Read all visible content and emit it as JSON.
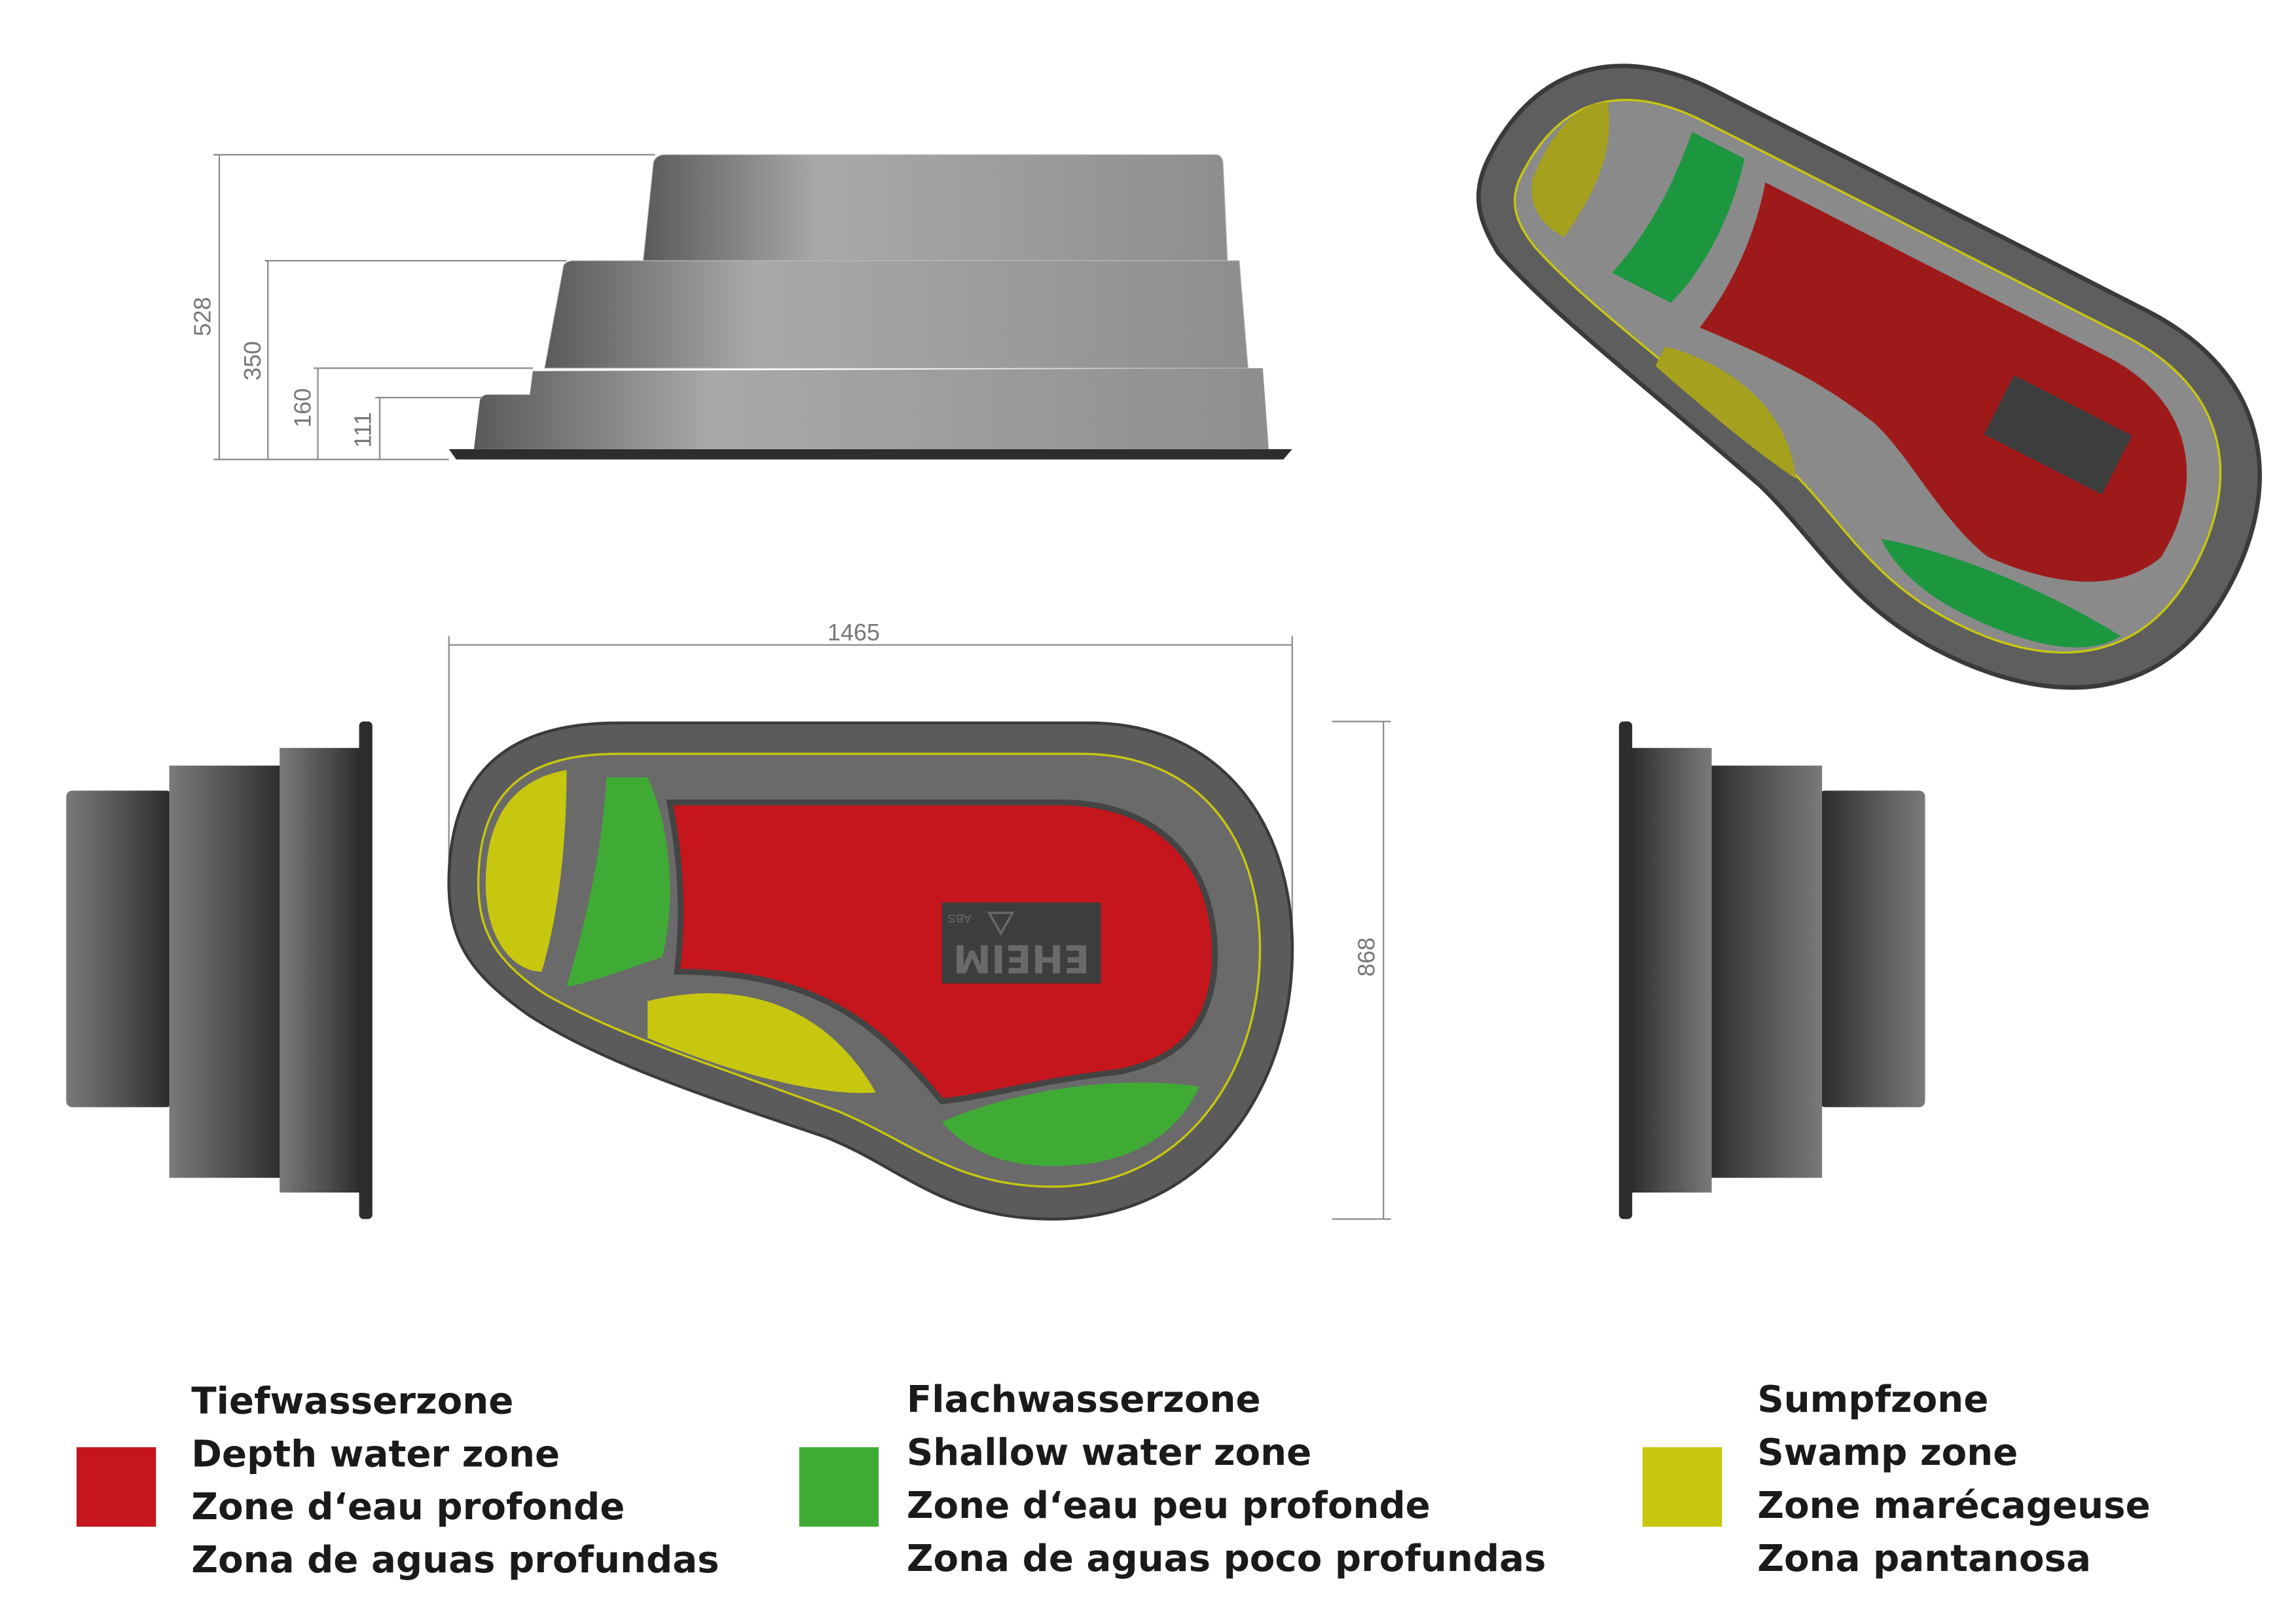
{
  "dimensions": {
    "height_total": "528",
    "height_tier2": "350",
    "height_tier3": "160",
    "height_tier4": "111",
    "length": "1465",
    "width": "868"
  },
  "logo": {
    "brand": "EHEIM",
    "material": "ABS"
  },
  "colors": {
    "depth": "#c4161c",
    "shallow": "#3fab35",
    "swamp": "#c8c70f",
    "body": "#5e5e5e"
  },
  "legend": [
    {
      "lines": [
        "Tiefwasserzone",
        "Depth water zone",
        "Zone d‘eau profonde",
        "Zona de aguas profundas"
      ]
    },
    {
      "lines": [
        "Flachwasserzone",
        "Shallow water zone",
        "Zone d‘eau peu profonde",
        "Zona de aguas poco profundas"
      ]
    },
    {
      "lines": [
        "Sumpfzone",
        "Swamp zone",
        "Zone marécageuse",
        "Zona pantanosa"
      ]
    }
  ]
}
